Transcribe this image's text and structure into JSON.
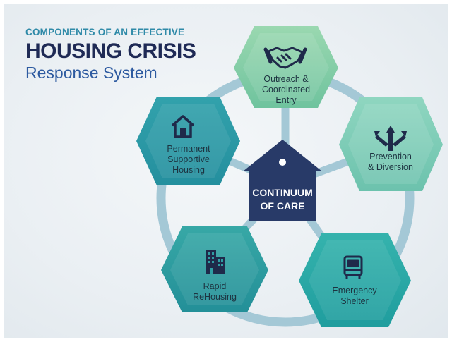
{
  "title": {
    "line1": "COMPONENTS OF AN EFFECTIVE",
    "line2": "HOUSING CRISIS",
    "line3": "Response System"
  },
  "center": {
    "label_line1": "CONTINUUM",
    "label_line2": "OF CARE",
    "color": "#283a68"
  },
  "nodes": [
    {
      "id": "outreach",
      "label": "Outreach &\nCoordinated\nEntry",
      "icon": "handshake-icon",
      "color": "#7fcba6"
    },
    {
      "id": "prevention",
      "label": "Prevention\n& Diversion",
      "icon": "split-arrows-icon",
      "color": "#7ecdb8"
    },
    {
      "id": "emergency",
      "label": "Emergency\nShelter",
      "icon": "bed-icon",
      "color": "#2aa7a5"
    },
    {
      "id": "rapid",
      "label": "Rapid\nReHousing",
      "icon": "buildings-icon",
      "color": "#2d9aa0"
    },
    {
      "id": "permanent",
      "label": "Permanent\nSupportive\nHousing",
      "icon": "house-icon",
      "color": "#2b98a6"
    }
  ],
  "colors": {
    "ring": "#9fc5d3",
    "icon": "#1f2a4a",
    "title_accent": "#2f8aa8",
    "title_dark": "#1f2a55",
    "title_blue": "#2d5aa0"
  }
}
